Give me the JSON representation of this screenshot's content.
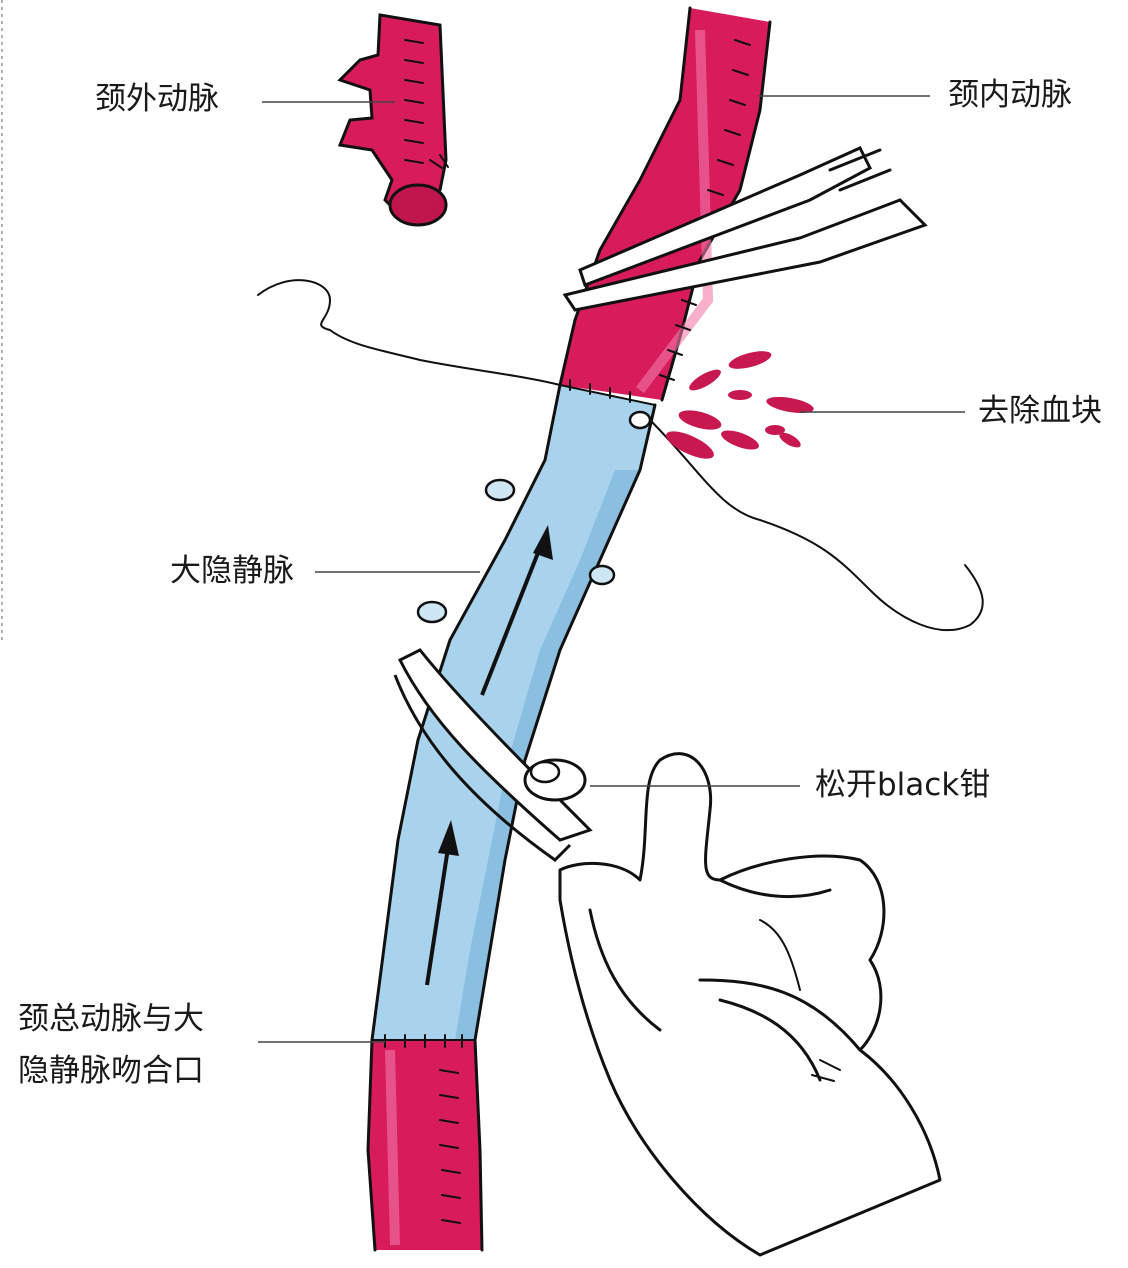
{
  "labels": {
    "external_carotid": "颈外动脉",
    "internal_carotid": "颈内动脉",
    "remove_clot": "去除血块",
    "saphenous_vein": "大隐静脉",
    "release_clamp": "松开black钳",
    "anastomosis_line1": "颈总动脉与大",
    "anastomosis_line2": "隐静脉吻合口"
  },
  "colors": {
    "artery": "#d81b5a",
    "artery_dark": "#a3123f",
    "vein": "#a9d3ec",
    "vein_shadow": "#7fb6da",
    "ink": "#111111",
    "leader": "#444444"
  }
}
